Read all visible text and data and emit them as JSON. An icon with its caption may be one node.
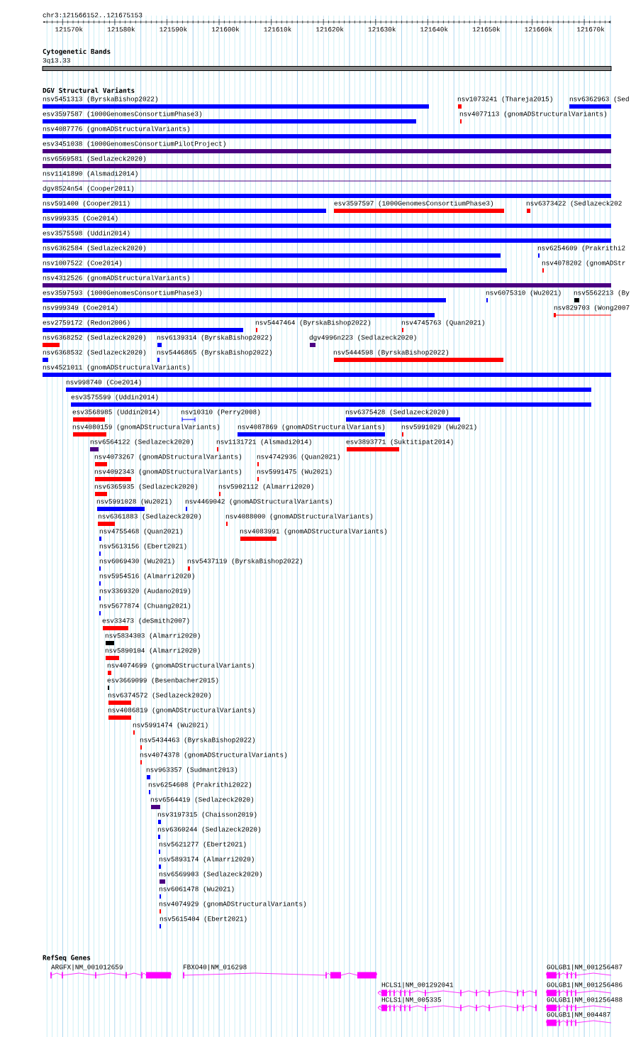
{
  "diagram": {
    "labels": [
      "chr3:121566152..121675153",
      "121570k",
      "121580k",
      "121590k",
      "121600k",
      "121610k",
      "121620k",
      "121630k",
      "121640k",
      "121650k",
      "121660k",
      "121670k",
      "Cytogenetic Bands",
      "DGV Structural Variants",
      "RefSeq Genes"
    ],
    "nodes": [
      {
        "text": [],
        "shape": "bar",
        "beside": [
          "3q13.33"
        ]
      },
      {
        "text": [],
        "shape": "bar",
        "beside": [
          "nsv5451313 (ByrskaBishop2022)"
        ]
      },
      {
        "text": [],
        "shape": "bar",
        "beside": [
          "nsv1073241 (Thareja2015)"
        ]
      },
      {
        "text": [],
        "shape": "bar",
        "beside": [
          "nsv6362963 (Sed"
        ]
      },
      {
        "text": [],
        "shape": "bar",
        "beside": [
          "esv3597587 (1000GenomesConsortiumPhase3)"
        ]
      },
      {
        "text": [],
        "shape": "bar",
        "beside": [
          "nsv4077113 (gnomADStructuralVariants)"
        ]
      },
      {
        "text": [],
        "shape": "bar",
        "beside": [
          "nsv4087776 (gnomADStructuralVariants)"
        ]
      },
      {
        "text": [],
        "shape": "bar",
        "beside": [
          "esv3451038 (1000GenomesConsortiumPilotProject)"
        ]
      },
      {
        "text": [],
        "shape": "bar",
        "beside": [
          "nsv6569581 (Sedlazeck2020)"
        ]
      },
      {
        "text": [],
        "shape": "bar",
        "beside": [
          "nsv1141890 (Alsmadi2014)"
        ]
      },
      {
        "text": [],
        "shape": "bar",
        "beside": [
          "dgv8524n54 (Cooper2011)"
        ]
      },
      {
        "text": [],
        "shape": "bar",
        "beside": [
          "nsv591400 (Cooper2011)"
        ]
      },
      {
        "text": [],
        "shape": "bar",
        "beside": [
          "esv3597597 (1000GenomesConsortiumPhase3)"
        ]
      },
      {
        "text": [],
        "shape": "bar",
        "beside": [
          "nsv6373422 (Sedlazeck202"
        ]
      },
      {
        "text": [],
        "shape": "bar",
        "beside": [
          "nsv999335 (Coe2014)"
        ]
      },
      {
        "text": [],
        "shape": "bar",
        "beside": [
          "esv3575598 (Uddin2014)"
        ]
      },
      {
        "text": [],
        "shape": "bar",
        "beside": [
          "nsv6362584 (Sedlazeck2020)"
        ]
      },
      {
        "text": [],
        "shape": "bar",
        "beside": [
          "nsv6254609 (Prakrithi2"
        ]
      },
      {
        "text": [],
        "shape": "bar",
        "beside": [
          "nsv1007522 (Coe2014)"
        ]
      },
      {
        "text": [],
        "shape": "bar",
        "beside": [
          "nsv4078202 (gnomADStr"
        ]
      },
      {
        "text": [],
        "shape": "bar",
        "beside": [
          "nsv4312526 (gnomADStructuralVariants)"
        ]
      },
      {
        "text": [],
        "shape": "bar",
        "beside": [
          "esv3597593 (1000GenomesConsortiumPhase3)"
        ]
      },
      {
        "text": [],
        "shape": "bar",
        "beside": [
          "nsv6075310 (Wu2021)"
        ]
      },
      {
        "text": [],
        "shape": "bar",
        "beside": [
          "nsv5562213 (By"
        ]
      },
      {
        "text": [],
        "shape": "bar",
        "beside": [
          "nsv999349 (Coe2014)"
        ]
      },
      {
        "text": [],
        "shape": "bar",
        "beside": [
          "nsv829703 (Wong2007"
        ]
      },
      {
        "text": [],
        "shape": "bar",
        "beside": [
          "esv2759172 (Redon2006)"
        ]
      },
      {
        "text": [],
        "shape": "bar",
        "beside": [
          "nsv5447464 (ByrskaBishop2022)"
        ]
      },
      {
        "text": [],
        "shape": "bar",
        "beside": [
          "nsv4745763 (Quan2021)"
        ]
      },
      {
        "text": [],
        "shape": "bar",
        "beside": [
          "nsv6368252 (Sedlazeck2020)"
        ]
      },
      {
        "text": [],
        "shape": "bar",
        "beside": [
          "nsv6139314 (ByrskaBishop2022)"
        ]
      },
      {
        "text": [],
        "shape": "bar",
        "beside": [
          "dgv4996n223 (Sedlazeck2020)"
        ]
      },
      {
        "text": [],
        "shape": "bar",
        "beside": [
          "nsv6368532 (Sedlazeck2020)"
        ]
      },
      {
        "text": [],
        "shape": "bar",
        "beside": [
          "nsv5446865 (ByrskaBishop2022)"
        ]
      },
      {
        "text": [],
        "shape": "bar",
        "beside": [
          "nsv5444598 (ByrskaBishop2022)"
        ]
      },
      {
        "text": [],
        "shape": "bar",
        "beside": [
          "nsv4521011 (gnomADStructuralVariants)"
        ]
      },
      {
        "text": [],
        "shape": "bar",
        "beside": [
          "nsv998740 (Coe2014)"
        ]
      },
      {
        "text": [],
        "shape": "bar",
        "beside": [
          "esv3575599 (Uddin2014)"
        ]
      },
      {
        "text": [],
        "shape": "bar",
        "beside": [
          "esv3568985 (Uddin2014)"
        ]
      },
      {
        "text": [],
        "shape": "bar",
        "beside": [
          "nsv10310 (Perry2008)"
        ]
      },
      {
        "text": [],
        "shape": "bar",
        "beside": [
          "nsv6375428 (Sedlazeck2020)"
        ]
      },
      {
        "text": [],
        "shape": "bar",
        "beside": [
          "nsv4080159 (gnomADStructuralVariants)"
        ]
      },
      {
        "text": [],
        "shape": "bar",
        "beside": [
          "nsv4087869 (gnomADStructuralVariants)"
        ]
      },
      {
        "text": [],
        "shape": "bar",
        "beside": [
          "nsv5991029 (Wu2021)"
        ]
      },
      {
        "text": [],
        "shape": "bar",
        "beside": [
          "nsv6564122 (Sedlazeck2020)"
        ]
      },
      {
        "text": [],
        "shape": "bar",
        "beside": [
          "nsv1131721 (Alsmadi2014)"
        ]
      },
      {
        "text": [],
        "shape": "bar",
        "beside": [
          "esv3893771 (Suktitipat2014)"
        ]
      },
      {
        "text": [],
        "shape": "bar",
        "beside": [
          "nsv4073267 (gnomADStructuralVariants)"
        ]
      },
      {
        "text": [],
        "shape": "bar",
        "beside": [
          "nsv4742936 (Quan2021)"
        ]
      },
      {
        "text": [],
        "shape": "bar",
        "beside": [
          "nsv4092343 (gnomADStructuralVariants)"
        ]
      },
      {
        "text": [],
        "shape": "bar",
        "beside": [
          "nsv5991475 (Wu2021)"
        ]
      },
      {
        "text": [],
        "shape": "bar",
        "beside": [
          "nsv6365935 (Sedlazeck2020)"
        ]
      },
      {
        "text": [],
        "shape": "bar",
        "beside": [
          "nsv5902112 (Almarri2020)"
        ]
      },
      {
        "text": [],
        "shape": "bar",
        "beside": [
          "nsv5991028 (Wu2021)"
        ]
      },
      {
        "text": [],
        "shape": "bar",
        "beside": [
          "nsv4469042 (gnomADStructuralVariants)"
        ]
      },
      {
        "text": [],
        "shape": "bar",
        "beside": [
          "nsv6361883 (Sedlazeck2020)"
        ]
      },
      {
        "text": [],
        "shape": "bar",
        "beside": [
          "nsv4088000 (gnomADStructuralVariants)"
        ]
      },
      {
        "text": [],
        "shape": "bar",
        "beside": [
          "nsv4755468 (Quan2021)"
        ]
      },
      {
        "text": [],
        "shape": "bar",
        "beside": [
          "nsv4083991 (gnomADStructuralVariants)"
        ]
      },
      {
        "text": [],
        "shape": "bar",
        "beside": [
          "nsv5613156 (Ebert2021)"
        ]
      },
      {
        "text": [],
        "shape": "bar",
        "beside": [
          "nsv6069430 (Wu2021)"
        ]
      },
      {
        "text": [],
        "shape": "bar",
        "beside": [
          "nsv5437119 (ByrskaBishop2022)"
        ]
      },
      {
        "text": [],
        "shape": "bar",
        "beside": [
          "nsv5954516 (Almarri2020)"
        ]
      },
      {
        "text": [],
        "shape": "bar",
        "beside": [
          "nsv3369320 (Audano2019)"
        ]
      },
      {
        "text": [],
        "shape": "bar",
        "beside": [
          "nsv5677874 (Chuang2021)"
        ]
      },
      {
        "text": [],
        "shape": "bar",
        "beside": [
          "esv33473 (deSmith2007)"
        ]
      },
      {
        "text": [],
        "shape": "bar",
        "beside": [
          "nsv5834303 (Almarri2020)"
        ]
      },
      {
        "text": [],
        "shape": "bar",
        "beside": [
          "nsv5890104 (Almarri2020)"
        ]
      },
      {
        "text": [],
        "shape": "bar",
        "beside": [
          "nsv4074699 (gnomADStructuralVariants)"
        ]
      },
      {
        "text": [],
        "shape": "bar",
        "beside": [
          "esv3669099 (Besenbacher2015)"
        ]
      },
      {
        "text": [],
        "shape": "bar",
        "beside": [
          "nsv6374572 (Sedlazeck2020)"
        ]
      },
      {
        "text": [],
        "shape": "bar",
        "beside": [
          "nsv4086819 (gnomADStructuralVariants)"
        ]
      },
      {
        "text": [],
        "shape": "bar",
        "beside": [
          "nsv5991474 (Wu2021)"
        ]
      },
      {
        "text": [],
        "shape": "bar",
        "beside": [
          "nsv5434463 (ByrskaBishop2022)"
        ]
      },
      {
        "text": [],
        "shape": "bar",
        "beside": [
          "nsv4074378 (gnomADStructuralVariants)"
        ]
      },
      {
        "text": [],
        "shape": "bar",
        "beside": [
          "nsv963357 (Sudmant2013)"
        ]
      },
      {
        "text": [],
        "shape": "bar",
        "beside": [
          "nsv6254608 (Prakrithi2022)"
        ]
      },
      {
        "text": [],
        "shape": "bar",
        "beside": [
          "nsv6564419 (Sedlazeck2020)"
        ]
      },
      {
        "text": [],
        "shape": "bar",
        "beside": [
          "nsv3197315 (Chaisson2019)"
        ]
      },
      {
        "text": [],
        "shape": "bar",
        "beside": [
          "nsv6360244 (Sedlazeck2020)"
        ]
      },
      {
        "text": [],
        "shape": "bar",
        "beside": [
          "nsv5621277 (Ebert2021)"
        ]
      },
      {
        "text": [],
        "shape": "bar",
        "beside": [
          "nsv5893174 (Almarri2020)"
        ]
      },
      {
        "text": [],
        "shape": "bar",
        "beside": [
          "nsv6569903 (Sedlazeck2020)"
        ]
      },
      {
        "text": [],
        "shape": "bar",
        "beside": [
          "nsv6061478 (Wu2021)"
        ]
      },
      {
        "text": [],
        "shape": "bar",
        "beside": [
          "nsv4074929 (gnomADStructuralVariants)"
        ]
      },
      {
        "text": [],
        "shape": "bar",
        "beside": [
          "nsv5615404 (Ebert2021)"
        ]
      },
      {
        "text": [],
        "shape": "bar",
        "beside": [
          "ARGFX|NM_001012659"
        ]
      },
      {
        "text": [],
        "shape": "bar",
        "beside": [
          "FBXO40|NM_016298"
        ]
      },
      {
        "text": [],
        "shape": "bar",
        "beside": [
          "HCLS1|NM_001292041"
        ]
      },
      {
        "text": [],
        "shape": "bar",
        "beside": [
          "HCLS1|NM_005335"
        ]
      },
      {
        "text": [],
        "shape": "bar",
        "beside": [
          "GOLGB1|NM_001256487"
        ]
      },
      {
        "text": [],
        "shape": "bar",
        "beside": [
          "GOLGB1|NM_001256486"
        ]
      },
      {
        "text": [],
        "shape": "bar",
        "beside": [
          "GOLGB1|NM_001256488"
        ]
      },
      {
        "text": [],
        "shape": "bar",
        "beside": [
          "GOLGB1|NM_004487"
        ]
      }
    ]
  }
}
